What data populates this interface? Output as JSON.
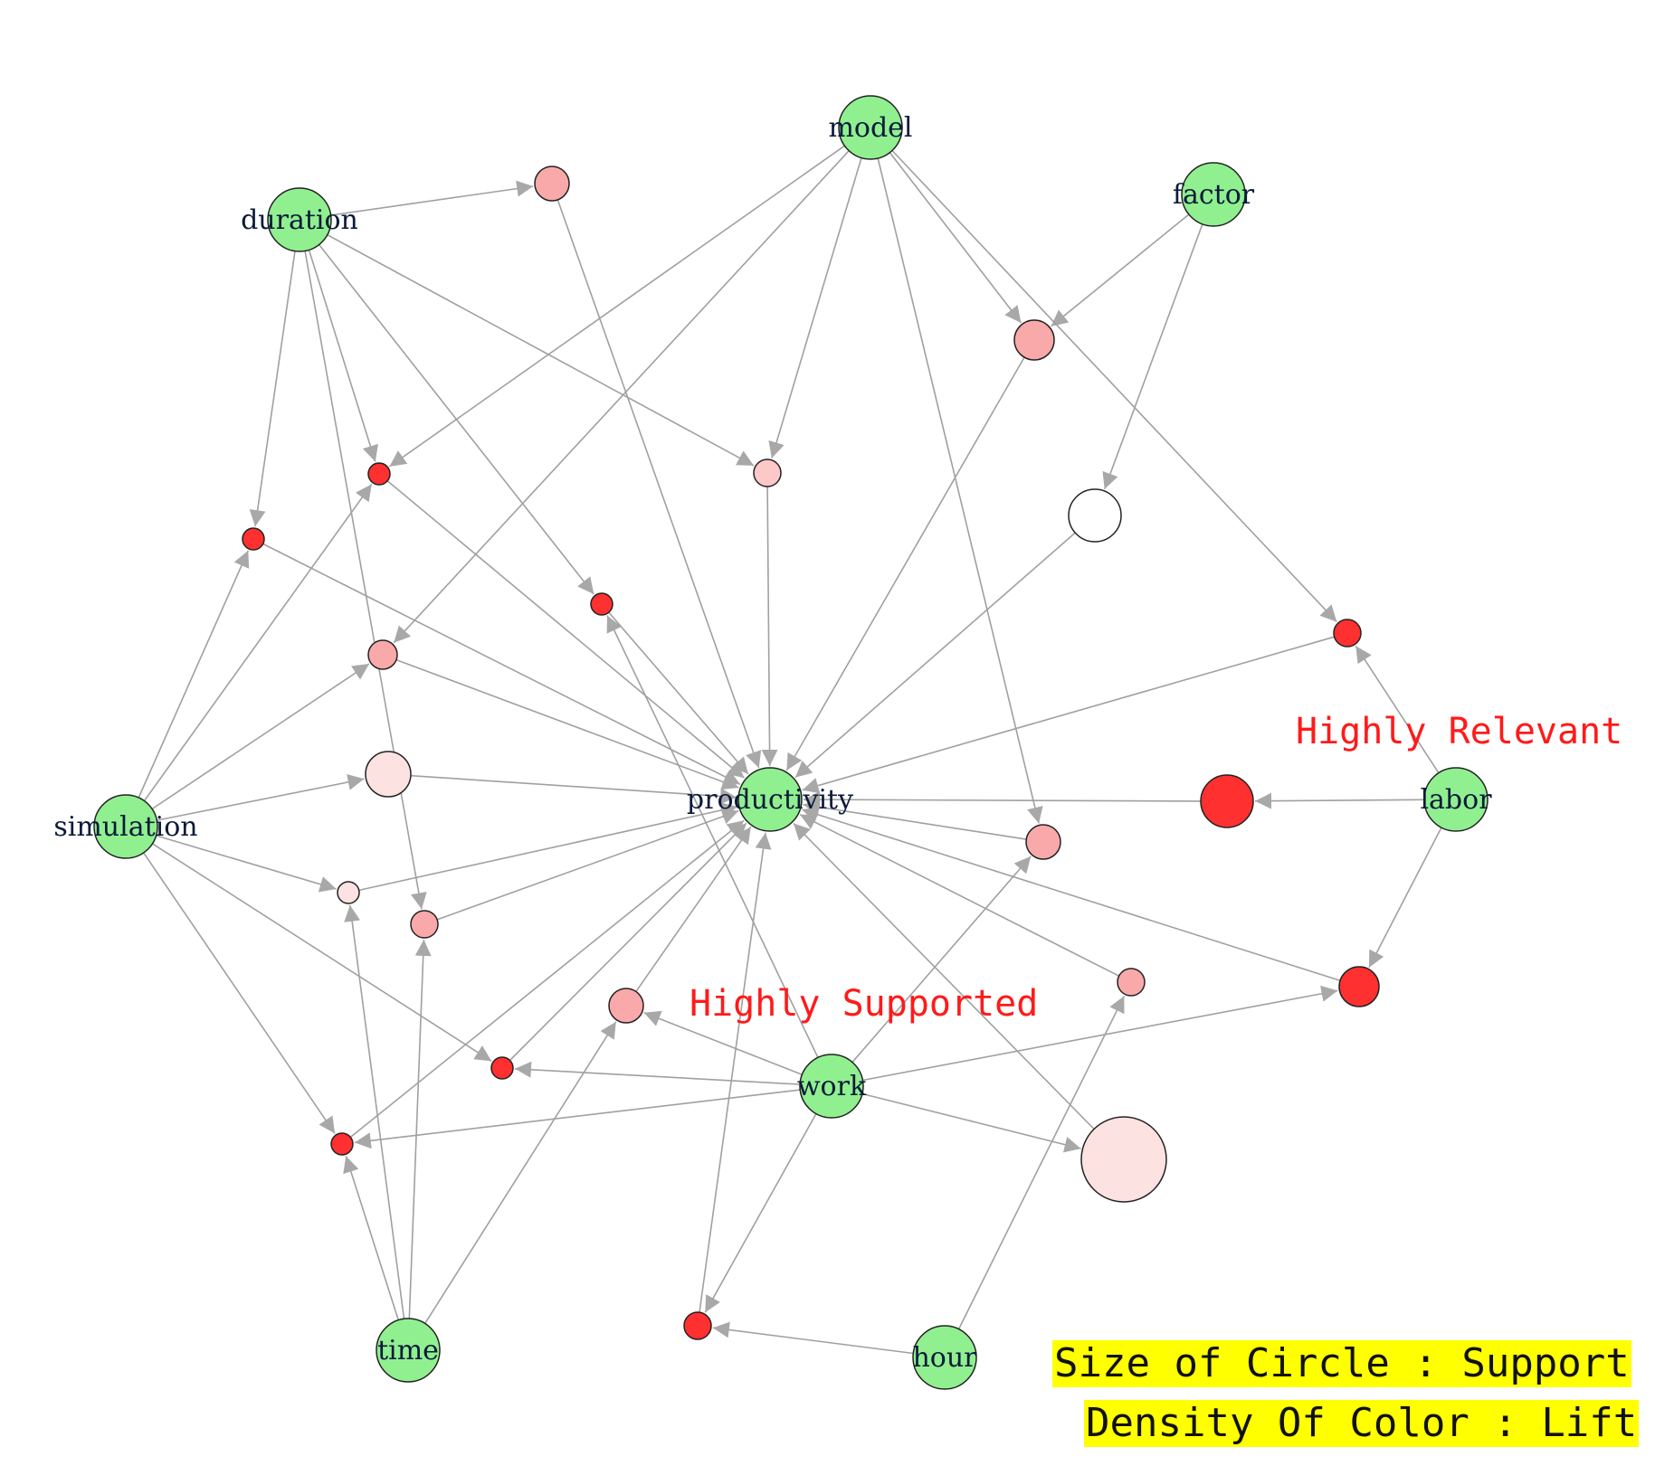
{
  "diagram": {
    "type": "association-rule-graph",
    "items": [
      {
        "id": "model",
        "label": "model"
      },
      {
        "id": "factor",
        "label": "factor"
      },
      {
        "id": "duration",
        "label": "duration"
      },
      {
        "id": "simulation",
        "label": "simulation"
      },
      {
        "id": "productivity",
        "label": "productivity"
      },
      {
        "id": "labor",
        "label": "labor"
      },
      {
        "id": "work",
        "label": "work"
      },
      {
        "id": "time",
        "label": "time"
      },
      {
        "id": "hour",
        "label": "hour"
      }
    ],
    "rules": [
      {
        "id": "r1",
        "from": [
          "duration"
        ],
        "to": "productivity",
        "shade": "light"
      },
      {
        "id": "r2",
        "from": [
          "model",
          "factor"
        ],
        "to": "productivity",
        "shade": "light"
      },
      {
        "id": "r3",
        "from": [
          "model",
          "duration"
        ],
        "to": "productivity",
        "shade": "pale"
      },
      {
        "id": "r4",
        "from": [
          "factor"
        ],
        "to": "productivity",
        "shade": "white"
      },
      {
        "id": "r5",
        "from": [
          "model",
          "duration",
          "simulation"
        ],
        "to": "productivity",
        "shade": "red"
      },
      {
        "id": "r6",
        "from": [
          "duration",
          "simulation"
        ],
        "to": "productivity",
        "shade": "red"
      },
      {
        "id": "r7",
        "from": [
          "duration",
          "work"
        ],
        "to": "productivity",
        "shade": "red"
      },
      {
        "id": "r8",
        "from": [
          "model",
          "simulation"
        ],
        "to": "productivity",
        "shade": "light"
      },
      {
        "id": "r9",
        "from": [
          "model",
          "labor"
        ],
        "to": "productivity",
        "shade": "red"
      },
      {
        "id": "r10",
        "from": [
          "simulation"
        ],
        "to": "productivity",
        "shade": "palest"
      },
      {
        "id": "r11",
        "from": [
          "labor"
        ],
        "to": "productivity",
        "shade": "red"
      },
      {
        "id": "r12",
        "from": [
          "model",
          "work"
        ],
        "to": "productivity",
        "shade": "light"
      },
      {
        "id": "r13",
        "from": [
          "simulation",
          "time"
        ],
        "to": "productivity",
        "shade": "palest"
      },
      {
        "id": "r14",
        "from": [
          "duration",
          "time"
        ],
        "to": "productivity",
        "shade": "light"
      },
      {
        "id": "r15",
        "from": [
          "work",
          "time"
        ],
        "to": "productivity",
        "shade": "light"
      },
      {
        "id": "r16",
        "from": [
          "hour"
        ],
        "to": "productivity",
        "shade": "light"
      },
      {
        "id": "r17",
        "from": [
          "labor",
          "work"
        ],
        "to": "productivity",
        "shade": "red"
      },
      {
        "id": "r18",
        "from": [
          "simulation",
          "work"
        ],
        "to": "productivity",
        "shade": "red"
      },
      {
        "id": "r19",
        "from": [
          "simulation",
          "time",
          "work"
        ],
        "to": "productivity",
        "shade": "red"
      },
      {
        "id": "r20",
        "from": [
          "work"
        ],
        "to": "productivity",
        "shade": "palest"
      },
      {
        "id": "r21",
        "from": [
          "hour",
          "work"
        ],
        "to": "productivity",
        "shade": "red"
      }
    ],
    "colors": {
      "item_fill": "#90f090",
      "edge": "#a0a0a0",
      "arrow": "#a8a8a8",
      "node_stroke": "#222222"
    }
  },
  "annotations": {
    "highly_relevant": "Highly Relevant",
    "highly_supported": "Highly Supported"
  },
  "legend": {
    "line1": "Size of Circle : Support",
    "line2": "Density Of Color : Lift"
  }
}
